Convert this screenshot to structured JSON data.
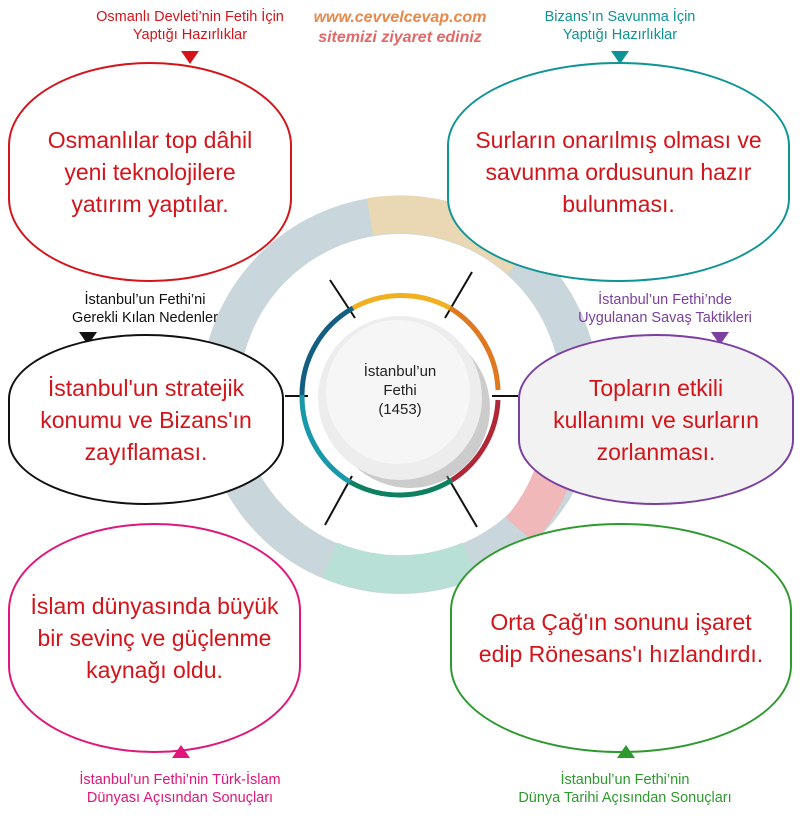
{
  "center": {
    "title": "İstanbul’un",
    "title2": "Fethi",
    "year": "(1453)"
  },
  "nodes": [
    {
      "label1": "Osmanlı Devleti’nin Fetih İçin",
      "label2": "Yaptığı Hazırlıklar",
      "text": "Osmanlılar top dâhil yeni teknolojilere yatırım yaptılar.",
      "color": "#d4141a"
    },
    {
      "label1": "Bizans’ın Savunma İçin",
      "label2": "Yaptığı Hazırlıklar",
      "text": "Surların onarılmış olması ve savunma ordusunun hazır bulunması.",
      "color": "#0e9494"
    },
    {
      "label1": "İstanbul’un Fethi’ni",
      "label2": "Gerekli Kılan Nedenler",
      "text": "İstanbul'un stratejik konumu ve Bizans'ın zayıflaması.",
      "color": "#111111"
    },
    {
      "label1": "İstanbul’un Fethi’nde",
      "label2": "Uygulanan Savaş Taktikleri",
      "text": "Topların etkili kullanımı ve surların zorlanması.",
      "color": "#7b3fa0"
    },
    {
      "label1": "İstanbul’un Fethi’nin Türk-İslam",
      "label2": "Dünyası Açısından Sonuçları",
      "text": "İslam dünyasında büyük bir sevinç ve güçlenme kaynağı oldu.",
      "color": "#e0167a"
    },
    {
      "label1": "İstanbul’un Fethi’nin",
      "label2": "Dünya Tarihi Açısından Sonuçları",
      "text": "Orta Çağ'ın sonunu işaret edip Rönesans'ı hızlandırdı.",
      "color": "#2e9a2e"
    }
  ],
  "watermark": {
    "line1": "www.cevvelcevap.com",
    "line2": "sitemizi ziyaret ediniz"
  }
}
